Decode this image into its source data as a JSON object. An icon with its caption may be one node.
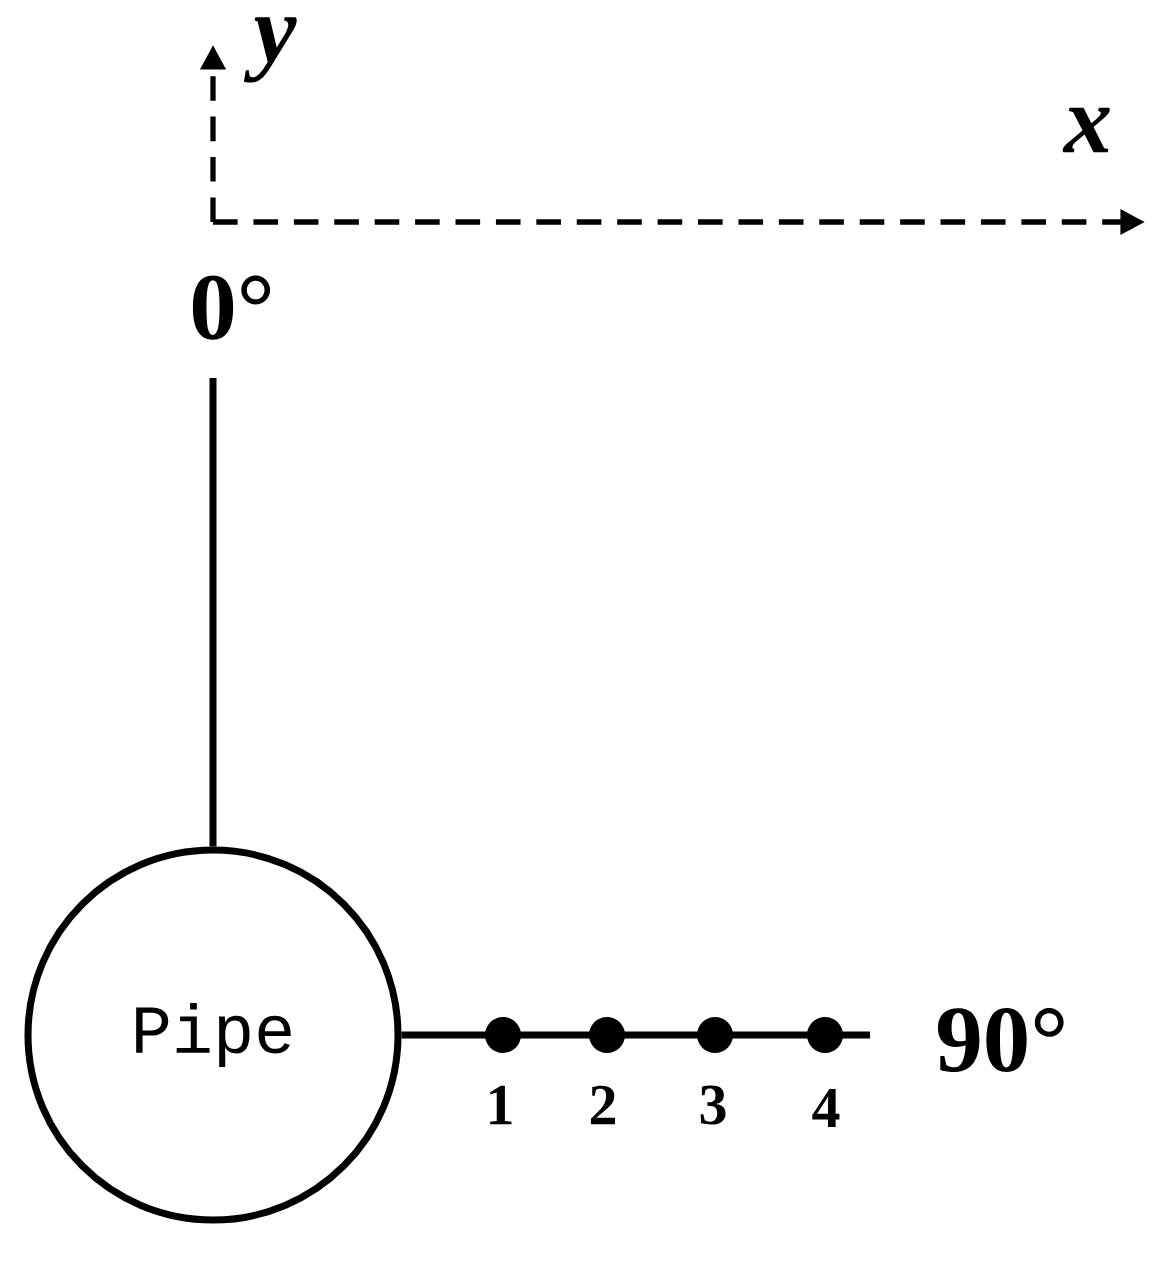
{
  "diagram": {
    "nodes": [
      {
        "text": [
          "Pipe"
        ]
      },
      {
        "text": [
          "0°"
        ]
      },
      {
        "text": [
          "90°"
        ]
      }
    ],
    "edges": [
      {
        "from": 0,
        "to": 1,
        "arrow": "none"
      },
      {
        "from": 0,
        "to": 2,
        "arrow": "none"
      }
    ],
    "labels": [
      "y",
      "x",
      "1",
      "2",
      "3",
      "4"
    ]
  }
}
